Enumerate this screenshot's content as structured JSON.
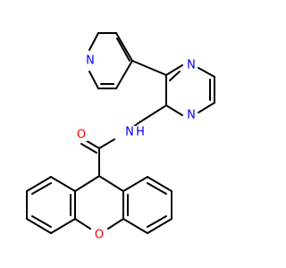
{
  "colors": {
    "background": "#ffffff",
    "bond": "#000000",
    "nitrogen": "#0000ff",
    "oxygen": "#ff0000"
  },
  "atoms": [
    {
      "label": "N",
      "color": "#0000ff"
    },
    {
      "label": "N",
      "color": "#0000ff"
    },
    {
      "label": "N",
      "color": "#0000ff"
    },
    {
      "label": "N",
      "color": "#0000ff"
    },
    {
      "label": "H",
      "color": "#0000ff"
    },
    {
      "label": "O",
      "color": "#ff0000"
    },
    {
      "label": "O",
      "color": "#ff0000"
    }
  ]
}
